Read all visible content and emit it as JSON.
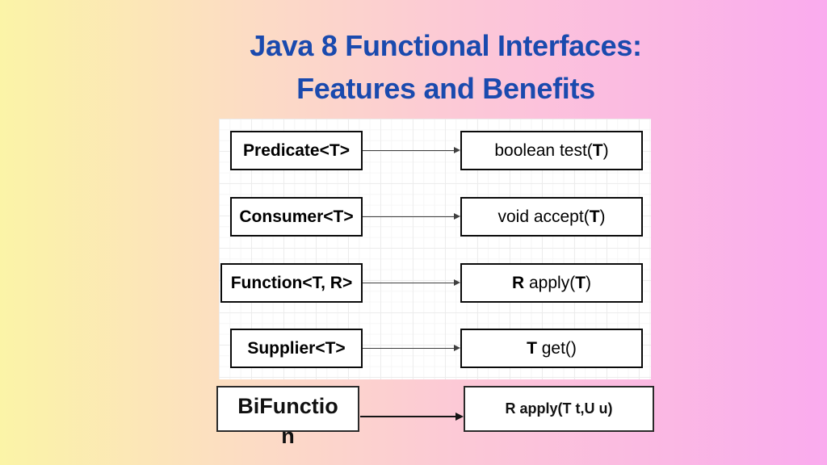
{
  "title": {
    "line1": "Java 8 Functional Interfaces:",
    "line2": "Features and Benefits",
    "color": "#1a4aae"
  },
  "background": {
    "gradient_left": "#fbf4a7",
    "gradient_mid_peach": "#fcdcc4",
    "gradient_mid_pink": "#fcc9d6",
    "gradient_right": "#faabee"
  },
  "diagram": {
    "panel_background": "#ffffff",
    "box_border_color": "#0a0a0a",
    "rows": [
      {
        "interface": "Predicate<T>",
        "method_text": "boolean test(T)",
        "method_parts": [
          {
            "t": "boolean test(",
            "b": false
          },
          {
            "t": "T",
            "b": true
          },
          {
            "t": ")",
            "b": false
          }
        ]
      },
      {
        "interface": "Consumer<T>",
        "method_text": "void accept(T)",
        "method_parts": [
          {
            "t": "void accept(",
            "b": false
          },
          {
            "t": "T",
            "b": true
          },
          {
            "t": ")",
            "b": false
          }
        ]
      },
      {
        "interface": "Function<T, R>",
        "method_text": "R apply(T)",
        "method_parts": [
          {
            "t": "R",
            "b": true
          },
          {
            "t": " apply(",
            "b": false
          },
          {
            "t": "T",
            "b": true
          },
          {
            "t": ")",
            "b": false
          }
        ]
      },
      {
        "interface": "Supplier<T>",
        "method_text": "T get()",
        "method_parts": [
          {
            "t": "T",
            "b": true
          },
          {
            "t": " get()",
            "b": false
          }
        ]
      }
    ],
    "bottom_row": {
      "interface_line1": "BiFunctio",
      "interface_line2": "n",
      "method": "R apply(T t,U u)"
    }
  }
}
